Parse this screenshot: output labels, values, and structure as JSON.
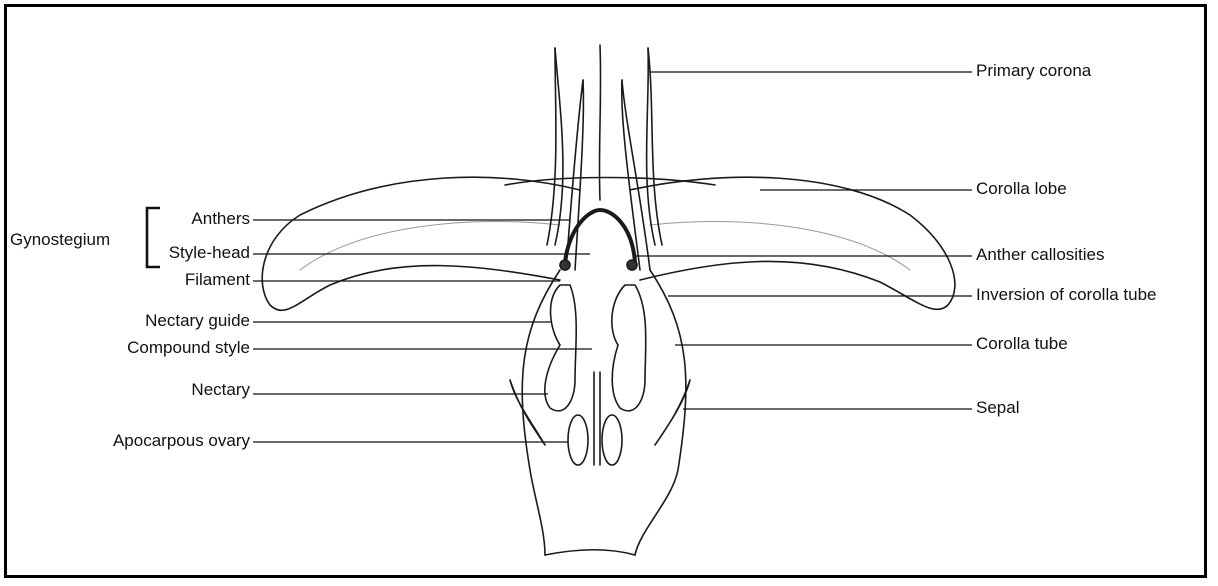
{
  "diagram": {
    "labels_left": {
      "anthers": "Anthers",
      "style_head": "Style-head",
      "filament": "Filament",
      "nectary_guide": "Nectary guide",
      "compound_style": "Compound style",
      "nectary": "Nectary",
      "apocarpous_ovary": "Apocarpous ovary"
    },
    "group_label": "Gynostegium",
    "labels_right": {
      "primary_corona": "Primary corona",
      "corolla_lobe": "Corolla lobe",
      "anther_callosities": "Anther callosities",
      "inversion_corolla_tube": "Inversion of corolla tube",
      "corolla_tube": "Corolla tube",
      "sepal": "Sepal"
    }
  }
}
